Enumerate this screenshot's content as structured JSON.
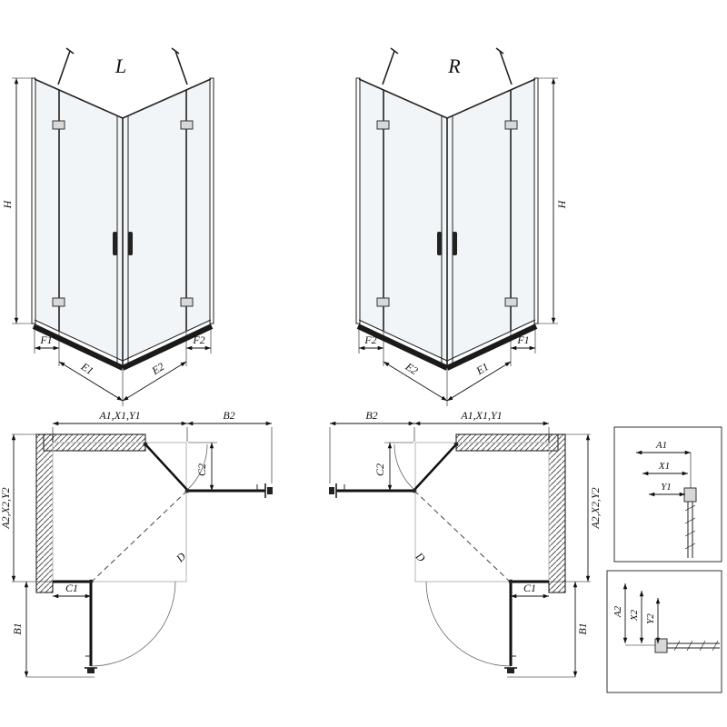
{
  "page": {
    "background": "#ffffff",
    "line_color": "#111111"
  },
  "front_views": {
    "left": {
      "label": "L",
      "height_label": "H",
      "bottom_dims": [
        "F1",
        "E1",
        "E2",
        "F2"
      ]
    },
    "right": {
      "label": "R",
      "height_label": "H",
      "bottom_dims": [
        "F2",
        "E2",
        "E1",
        "F1"
      ]
    }
  },
  "plan_views": {
    "left": {
      "top_width_label": "A1,X1,Y1",
      "door_width_label": "B2",
      "corner_offset_label": "C2",
      "depth_label": "A2,X2,Y2",
      "fixed_panel_label": "C1",
      "door_depth_label": "B1",
      "diagonal_label": "D"
    },
    "right": {
      "top_width_label": "A1,X1,Y1",
      "door_width_label": "B2",
      "corner_offset_label": "C2",
      "depth_label": "A2,X2,Y2",
      "fixed_panel_label": "C1",
      "door_depth_label": "B1",
      "diagonal_label": "D"
    }
  },
  "detail_views": {
    "top": {
      "dim_labels": [
        "A1",
        "X1",
        "Y1"
      ]
    },
    "bottom": {
      "dim_labels": [
        "A2",
        "X2",
        "Y2"
      ]
    }
  }
}
